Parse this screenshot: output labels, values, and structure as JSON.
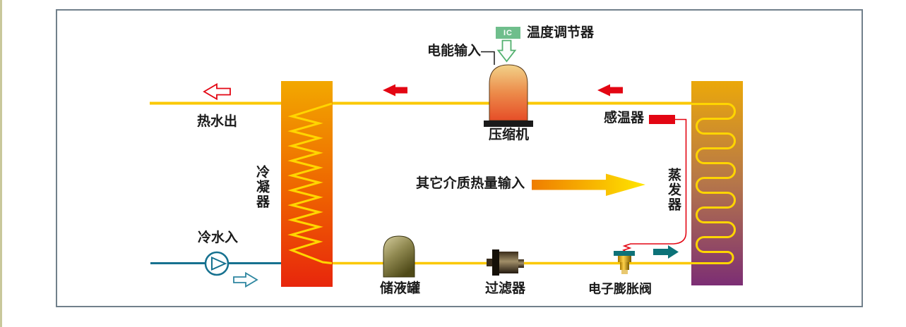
{
  "labels": {
    "hot_water_out": "热水出",
    "cold_water_in": "冷水入",
    "condenser": "冷凝器",
    "evaporator": "蒸发器",
    "compressor": "压缩机",
    "electric_input": "电能输入",
    "ic_chip": "IC",
    "temp_regulator": "温度调节器",
    "temp_sensor": "感温器",
    "heat_input": "其它介质热量输入",
    "receiver_tank": "储液罐",
    "filter": "过滤器",
    "expansion_valve": "电子膨胀阀"
  },
  "colors": {
    "hot_pipe": "#FBC800",
    "cold_pipe": "#16718F",
    "flow_arrow_red": "#E30613",
    "coil_yellow": "#FFD500",
    "condenser_top": "#F2A800",
    "condenser_bottom": "#E8260C",
    "evaporator_top": "#EBA80A",
    "evaporator_bottom": "#7C2E74",
    "ic_green": "#6FBE8C",
    "teal_arrow": "#0C7278",
    "heat_arrow_start": "#EF7D00",
    "heat_arrow_end": "#FFE600",
    "frame_border": "#71808B"
  }
}
